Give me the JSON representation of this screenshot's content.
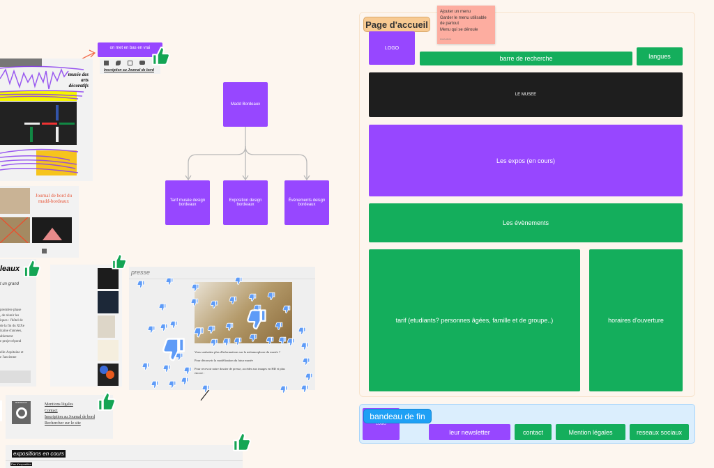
{
  "canvas": {
    "page_frame": {
      "tag": "Page d'accueil",
      "sticky_note": {
        "lines": [
          "Ajouter un menu",
          "Garder le menu utilisable de partout",
          "Menu qui se déroule"
        ],
        "author": "Lisa Lefevre"
      },
      "logo": "LOGO",
      "search_bar": "barre de recherche",
      "languages": "langues",
      "museum": "LE MUSEE",
      "exhibitions": "Les expos (en cours)",
      "events": "Les évènements",
      "pricing": "tarif (etudiants? personnes âgées, famille et de groupe..)",
      "hours": "horaires d'ouverture"
    },
    "footer_frame": {
      "tag": "bandeau de fin",
      "logo": "LOGO",
      "newsletter": "leur newsletter",
      "contact": "contact",
      "legal": "Mention légales",
      "social": "reseaux sociaux"
    },
    "sitemap": {
      "root": "Madd Bordeaux",
      "children": [
        "Tarif musée design bordeaux",
        "Exposition design bordeaux",
        "Évènements deisgn bordeaux"
      ]
    },
    "annotations": {
      "move_down_note": "on met en bas en vrai",
      "newsletter_link": "Inscription au Journal de bord"
    },
    "screenshots": {
      "home_title": [
        "musée des",
        "arts",
        "décoratifs"
      ],
      "journal_title": "Journal de bord du madd-bordeaux",
      "article_heading": "leaux",
      "article_sub": "t un grand",
      "article_lines": [
        "première phase",
        ", de réunir les",
        "iques : l'hôtel de",
        "de la fin du XIXe",
        "izaine d'années,",
        "ablement",
        "e projet répond",
        "elle-Aquitaine et",
        "e l'ancienne"
      ],
      "press_title": "presse",
      "press_text": [
        "Vous souhaitez plus d'informations sur la métamorphose du musée ?",
        "Pour découvrir la modélisation du futur musée",
        "Pour recevoir notre dossier de presse, accéder aux images en HD et plus encore :"
      ],
      "footer_logo": "BORDEAUX",
      "footer_links": [
        "Mentions légales",
        "Contact",
        "Inscription au Journal de bord",
        "Rechercher sur le site"
      ],
      "exhibitions_heading": "expositions en cours",
      "exhibitions_sub": "Pas d'exposition"
    }
  },
  "colors": {
    "purple": "#9747ff",
    "green": "#14ae5c",
    "black": "#1e1e1e",
    "thumb_up": "#14a554",
    "thumb_down": "#5e9bf7"
  }
}
